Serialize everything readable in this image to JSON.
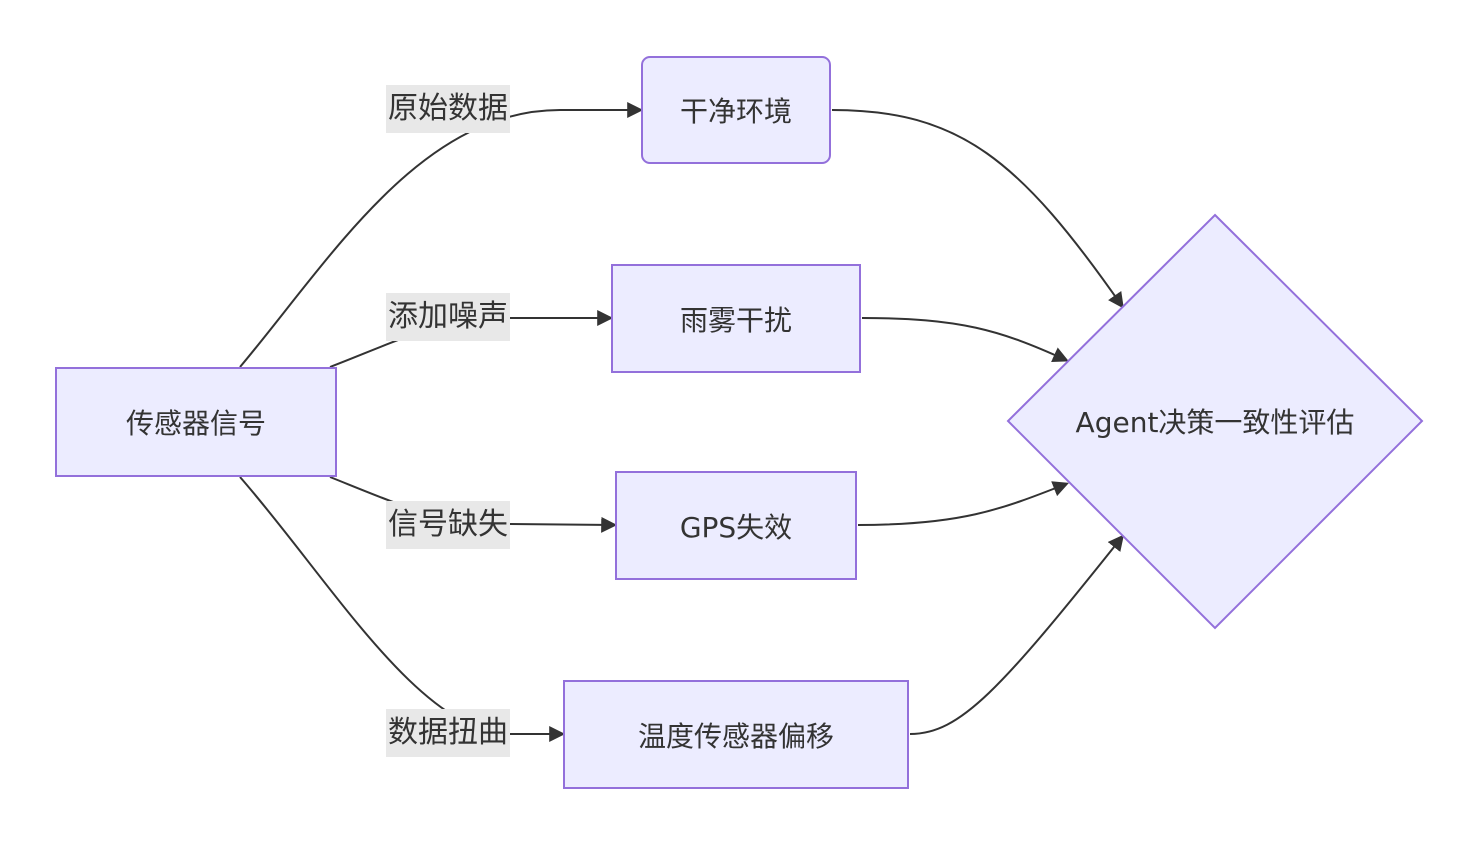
{
  "colors": {
    "node_fill": "#ECECFF",
    "node_stroke": "#9370DB",
    "edge": "#333333",
    "label_bg": "#e8e8e8",
    "text": "#333333"
  },
  "nodes": {
    "source": "传感器信号",
    "clean": "干净环境",
    "rain_fog": "雨雾干扰",
    "gps": "GPS失效",
    "temp": "温度传感器偏移",
    "decision": "Agent决策一致性评估"
  },
  "edges": {
    "raw": "原始数据",
    "noise": "添加噪声",
    "missing": "信号缺失",
    "distort": "数据扭曲"
  }
}
